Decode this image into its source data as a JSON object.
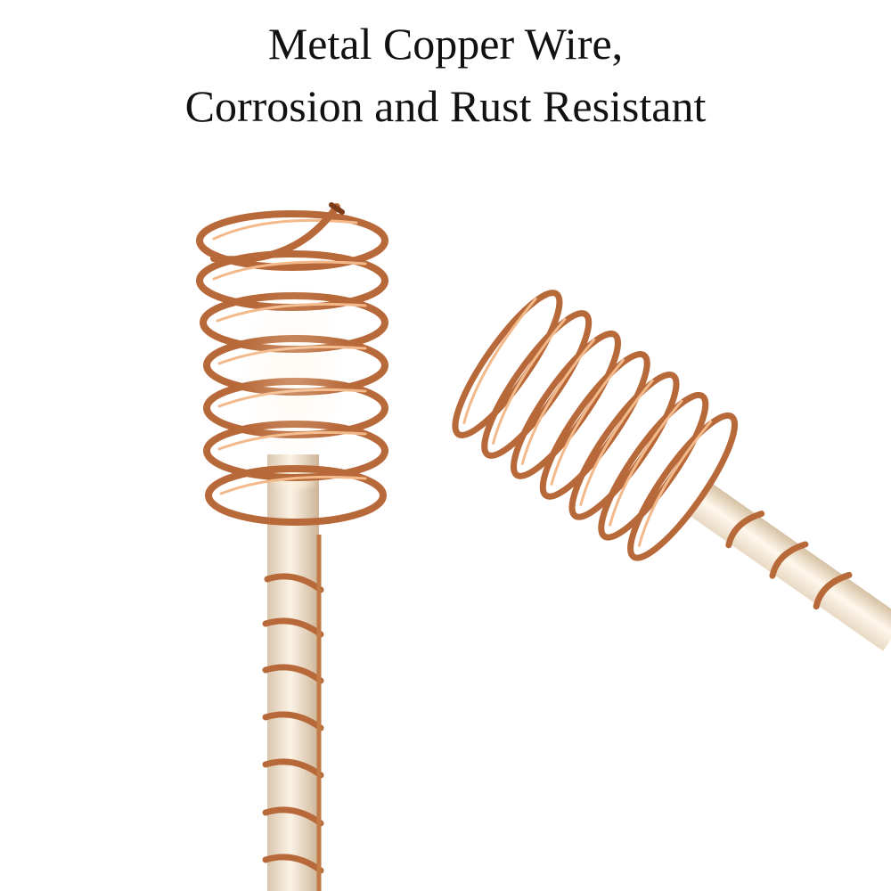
{
  "headline": {
    "line1": "Metal Copper Wire,",
    "line2": "Corrosion and Rust Resistant"
  },
  "photo": {
    "subject": "copper-wire-coil-stakes",
    "colors": {
      "copper": "#b8693a",
      "copper_highlight": "#f3b98a",
      "copper_shadow": "#7a3a18",
      "rod": "#efe2cf",
      "background": "#ffffff"
    }
  }
}
